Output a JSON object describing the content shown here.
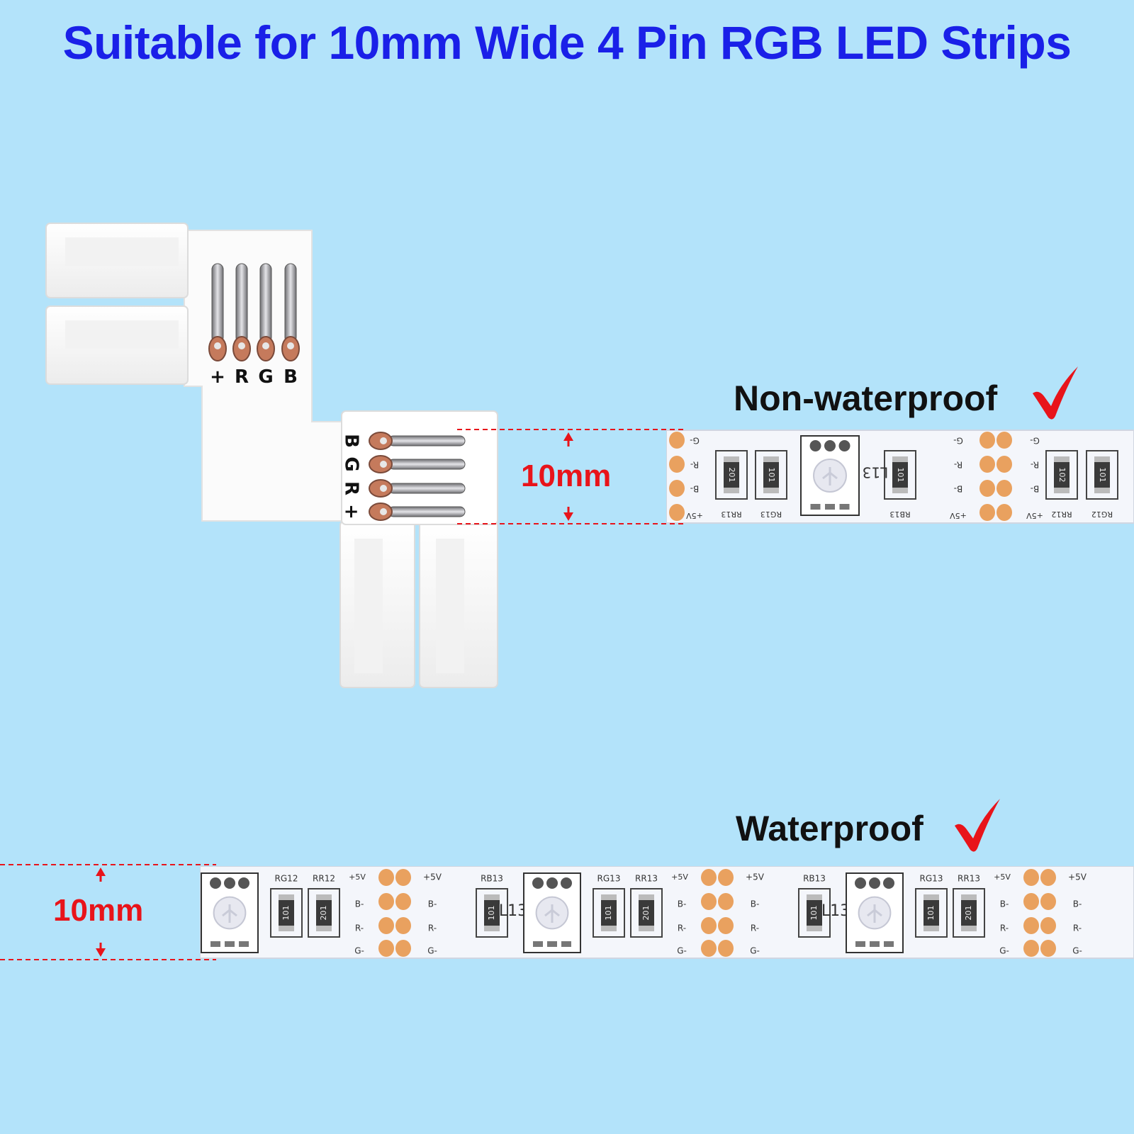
{
  "headline": "Suitable for 10mm Wide 4 Pin RGB LED Strips",
  "colors": {
    "background": "#b3e3fa",
    "headline": "#1a20e8",
    "dimension": "#e8141a",
    "check": "#e8141a",
    "label": "#111111"
  },
  "connector": {
    "pin_labels_top": [
      "+",
      "R",
      "G",
      "B"
    ],
    "pin_labels_side": [
      "B",
      "G",
      "R",
      "+"
    ]
  },
  "non_waterproof": {
    "label": "Non-waterproof",
    "check_icon": "check-mark-icon",
    "width_label": "10mm",
    "pad_labels": [
      "G-",
      "R-",
      "B-",
      "+5V"
    ],
    "component_labels": [
      "RR13",
      "RG13",
      "RB13",
      "RR12",
      "RG12"
    ],
    "led_label": "L13",
    "resistor_codes": [
      "201",
      "101",
      "101",
      "102",
      "101"
    ]
  },
  "waterproof": {
    "label": "Waterproof",
    "check_icon": "check-mark-icon",
    "width_label": "10mm",
    "pad_labels": [
      "+5V",
      "B-",
      "R-",
      "G-"
    ],
    "component_labels": [
      "RG12",
      "RR12",
      "RB13",
      "RG13",
      "RR13"
    ],
    "led_label": "L13",
    "resistor_codes": [
      "101",
      "201",
      "101",
      "101",
      "201",
      "101",
      "201"
    ]
  }
}
